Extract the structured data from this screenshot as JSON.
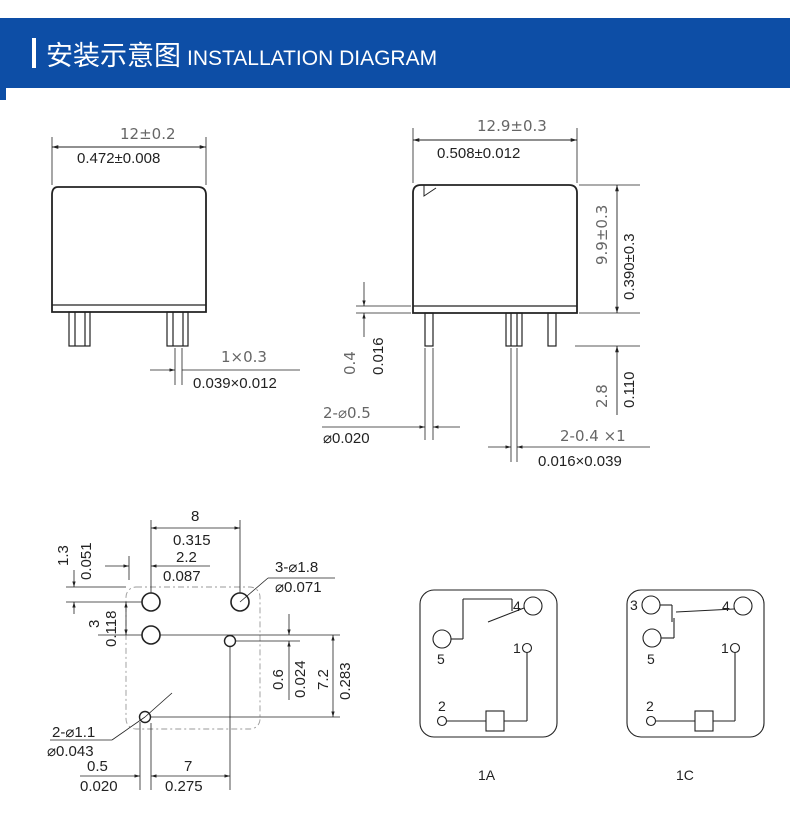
{
  "header": {
    "title_zh": "安装示意图",
    "title_en": "INSTALLATION DIAGRAM"
  },
  "colors": {
    "header_bg": "#0d4ea6",
    "line": "#222222"
  },
  "front_view": {
    "width_mm": "12±0.2",
    "width_in": "0.472±0.008",
    "pin_mm": "1×0.3",
    "pin_in": "0.039×0.012"
  },
  "side_view": {
    "width_mm": "12.9±0.3",
    "width_in": "0.508±0.012",
    "height_mm": "9.9±0.3",
    "height_in": "0.390±0.3",
    "standoff_mm": "0.4",
    "standoff_in": "0.016",
    "pin_len_mm": "2.8",
    "pin_len_in": "0.110",
    "round_pin_mm": "2-⌀0.5",
    "round_pin_in": "⌀0.020",
    "flat_pin_mm": "2-0.4 ×1",
    "flat_pin_in": "0.016×0.039"
  },
  "pcb_layout": {
    "span_mm": "8",
    "span_in": "0.315",
    "offset_mm": "2.2",
    "offset_in": "0.087",
    "top_mm": "1.3",
    "top_in": "0.051",
    "row_mm": "3",
    "row_in": "0.118",
    "big_hole_mm": "3-⌀1.8",
    "big_hole_in": "⌀0.071",
    "gap_mm": "0.6",
    "gap_in": "0.024",
    "height_mm": "7.2",
    "height_in": "0.283",
    "small_hole_mm": "2-⌀1.1",
    "small_hole_in": "⌀0.043",
    "left_mm": "0.5",
    "left_in": "0.020",
    "pitch_mm": "7",
    "pitch_in": "0.275"
  },
  "schematic_1a": {
    "label": "1A",
    "pins": [
      "4",
      "5",
      "1",
      "2"
    ]
  },
  "schematic_1c": {
    "label": "1C",
    "pins": [
      "3",
      "4",
      "5",
      "1",
      "2"
    ]
  }
}
